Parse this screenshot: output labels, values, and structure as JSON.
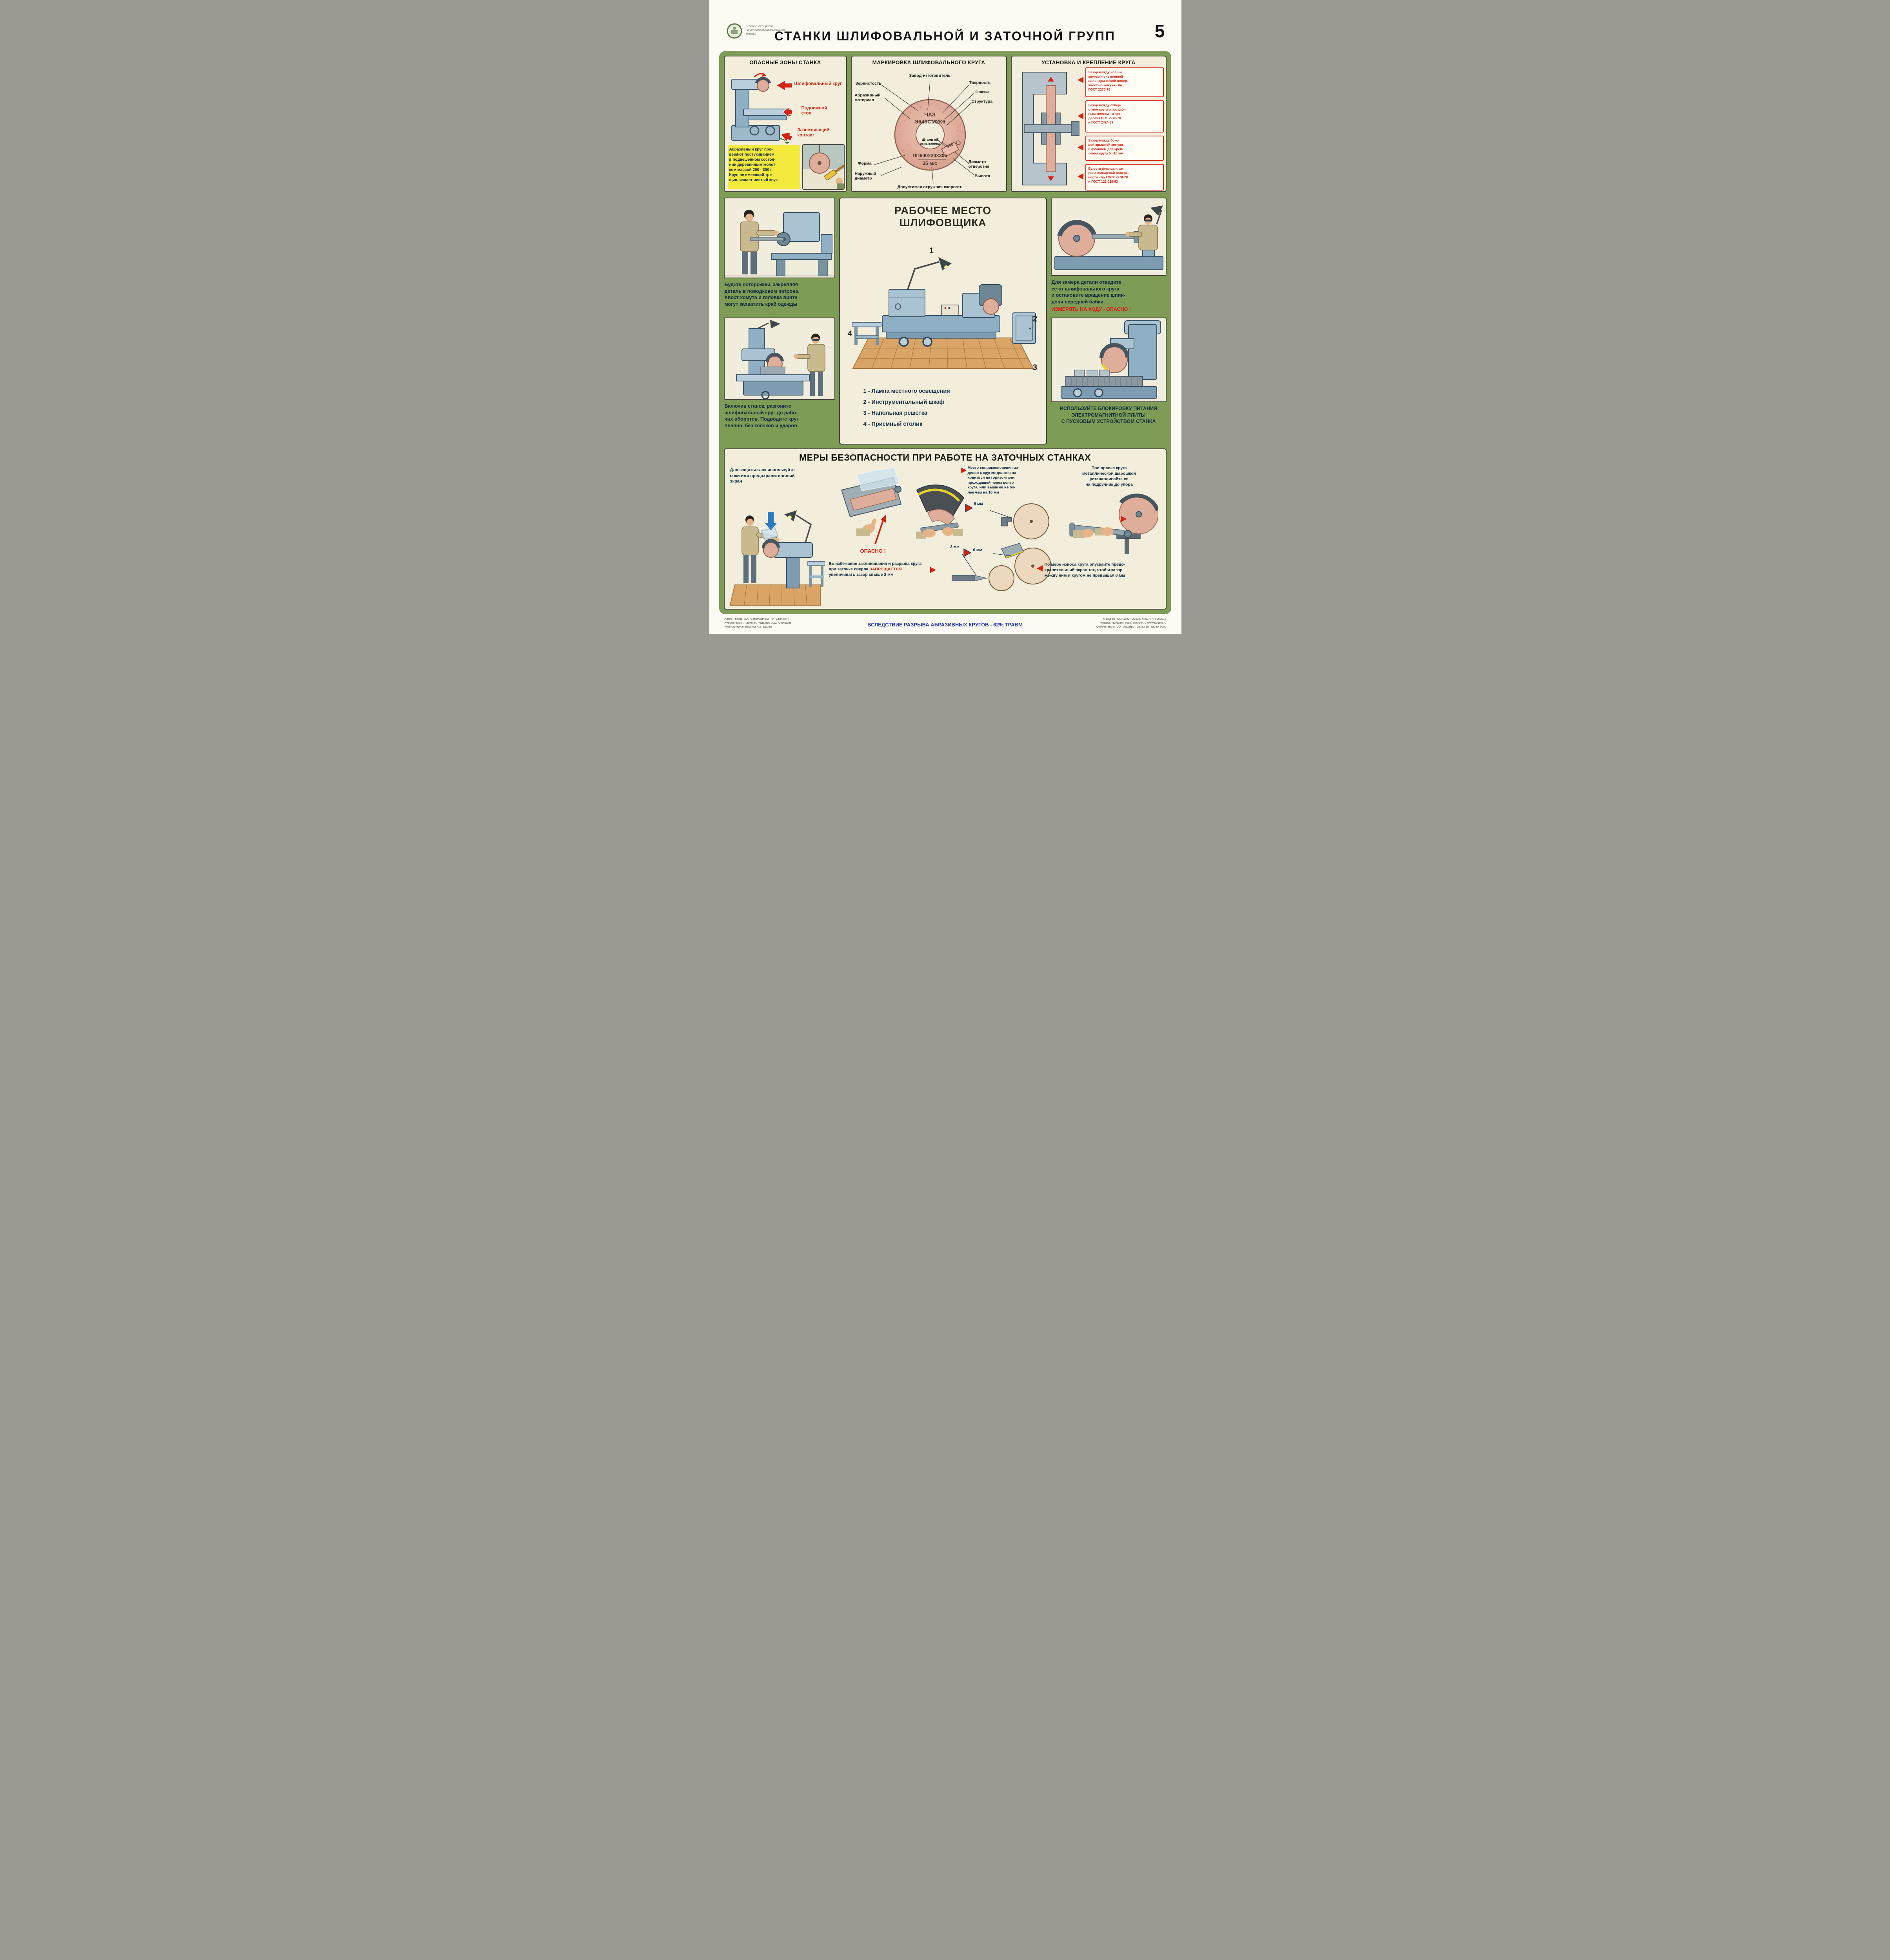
{
  "header": {
    "series_label": "Безопасность работ\nна металлообрабатывающих\nстанках",
    "title": "СТАНКИ  ШЛИФОВАЛЬНОЙ  И  ЗАТОЧНОЙ  ГРУПП",
    "page_number": "5"
  },
  "danger_zones": {
    "title": "ОПАСНЫЕ ЗОНЫ СТАНКА",
    "label_wheel": "Шлифовальный круг",
    "label_table": "Подвижной\nстол",
    "label_ground": "Заземляющий\nконтакт",
    "note": "Абразивный круг про-\nверяют постукиванием\nв подвешенном состоя-\nнии деревянным молот-\nком массой 200 - 300 г.\nКруг, не имеющий тре-\nщин, издает чистый звук"
  },
  "marking": {
    "title": "МАРКИРОВКА ШЛИФОВАЛЬНОГО КРУГА",
    "labels": {
      "grain": "Зернистость",
      "manufacturer": "Завод-изготовитель",
      "hardness": "Твердость",
      "abrasive": "Абразивный\nматериал",
      "bond": "Связка",
      "structure": "Структура",
      "stamp": "Штамп об\nиспытаниях",
      "shape": "Форма",
      "outer_diameter": "Наружный\nдиаметр",
      "hole_diameter": "Диаметр\nотверстия",
      "height": "Высота",
      "speed": "Допустимая окружная скорость"
    },
    "wheel_line1": "ЧАЗ",
    "wheel_line2": "Э640СМ2К6",
    "wheel_line3": "ПП600×20×305",
    "wheel_line4": "35 м/с",
    "stamp_value": "550"
  },
  "mounting": {
    "title": "УСТАНОВКА И КРЕПЛЕНИЕ КРУГА",
    "notes": [
      "Зазор между новым\nкругом и внутренней\nцилиндрической повер-\nхностью кожуха - по\nГОСТ 2270-78",
      "Зазор между отвер-\nстием круга и посадоч-\nным местом - в пре-\nделах ГОСТ 2270-78\nи ГОСТ 2424-83",
      "Зазор между боко-\nвой крышкой кожуха\nи фланцем для креп-\nления круга 5 - 10 мм",
      "Высота фланца и ши-\nрина кольцевой поверх-\nности - по ГОСТ 2270-78\nи ГОСТ 123.028-83"
    ]
  },
  "left_column": {
    "caption_top": "Будьте осторожны, закрепляя\nдеталь в поводковом патроне.\nХвост хомута и головка винта\nмогут захватить край одежды",
    "caption_bottom": "Включив станок, разгоните\nшлифовальный круг до рабо-\nчих оборотов. Подводите круг\nплавно, без толчков и ударов"
  },
  "workplace": {
    "title": "РАБОЧЕЕ  МЕСТО\nШЛИФОВЩИКА",
    "numbers": [
      "1",
      "2",
      "3",
      "4"
    ],
    "legend": [
      "1 -  Лампа местного освещения",
      "2 -  Инструментальный шкаф",
      "3 -  Напольная решетка",
      "4 -  Приемный столик"
    ]
  },
  "right_column": {
    "caption_top": "Для замера детали отведите\nее от шлифовального круга\nи остановите вращение шпин-\nделя передней бабки.",
    "warning_top": "ИЗМЕРЯТЬ НА ХОДУ - ОПАСНО !",
    "caption_bottom": "ИСПОЛЬЗУЙТЕ БЛОКИРОВКУ ПИТАНИЯ\nЭЛЕКТРОМАГНИТНОЙ ПЛИТЫ\nС ПУСКОВЫМ УСТРОЙСТВОМ СТАНКА"
  },
  "sharpening": {
    "title": "МЕРЫ БЕЗОПАСНОСТИ ПРИ РАБОТЕ НА ЗАТОЧНЫХ СТАНКАХ",
    "eye_note": "Для защиты глаз используйте\nочки или предохранительный\nэкран",
    "danger_label": "ОПАСНО !",
    "contact_note": "Место соприкосновения из-\nделия с кругом должно на-\nходиться на горизонтали,\nпроходящей через центр\nкруга, или выше ее не бо-\nлее чем на 10 мм",
    "dressing_note": "При правке круга\nметаллической шарошкой\nустанавливайте ее\nна подручник до упора",
    "gap_top": "6 мм",
    "gap_drill": "3 мм",
    "gap_screen": "6 мм",
    "drill_note_1": "Во избежание заклинивания и разрыва круга при заточке сверла ",
    "drill_note_2": "ЗАПРЕЩАЕТСЯ",
    "drill_note_3": " увеличивать зазор свыше 3 мм",
    "wear_note": "По мере износа круга опускайте предо-\nхранительный экран так, чтобы зазор\nмежду ним и кругом не превышал 6 мм"
  },
  "footer": {
    "credits": "Автор - проф. А.А. Самолдин (МГТУ \"Станкин\")\nХудожник В.П. Гасилин. Редактор А.О. Ключарев\nКомпьютерная верстка А.В. Цылев",
    "statistic": "ВСЛЕДСТВИЕ РАЗРЫВА АБРАЗИВНЫХ КРУГОВ - 62% ТРАВМ",
    "publisher": "©  Изд-во \"СОУЭЛО\", 2003 г. Лиц. ЛР №063516\nМосква, тел/факс. (095) 956-94-72 www.souelo.ru\nОтпечатано в А/О \"Машмир\". Заказ 15. Тираж 3000"
  }
}
